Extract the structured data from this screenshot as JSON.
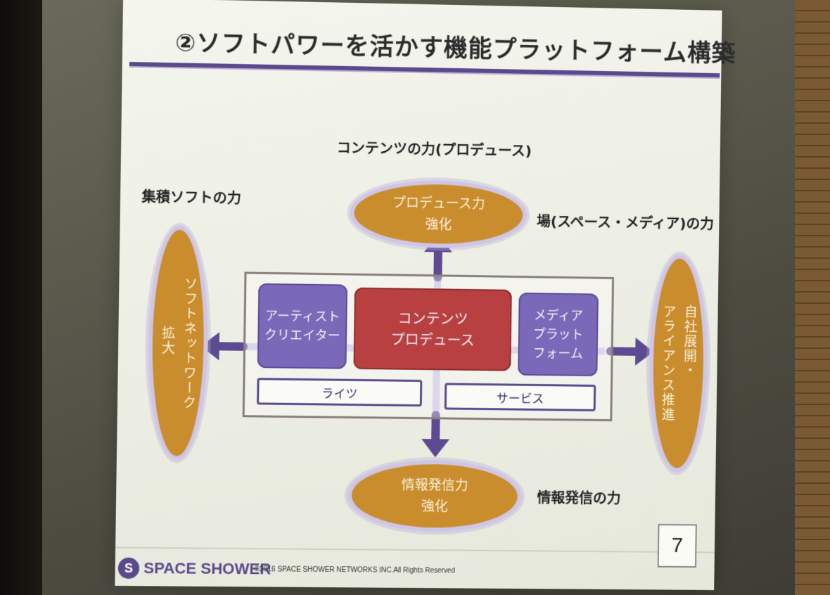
{
  "slide": {
    "title": "②ソフトパワーを活かす機能プラットフォーム構築",
    "page_number": "7"
  },
  "captions": {
    "top": "コンテンツの力(プロデュース)",
    "left": "集積ソフトの力",
    "right": "場(スペース・メディア)の力",
    "bottom": "情報発信の力"
  },
  "ellipses": {
    "top": {
      "line1": "プロデュース力",
      "line2": "強化"
    },
    "bottom": {
      "line1": "情報発信力",
      "line2": "強化"
    },
    "left": {
      "col1": "ソフトネットワーク",
      "col2": "拡大"
    },
    "right": {
      "col1": "自社展開・",
      "col2": "アライアンス推進"
    }
  },
  "center": {
    "artist": {
      "line1": "アーティスト",
      "line2": "クリエイター"
    },
    "contents": {
      "line1": "コンテンツ",
      "line2": "プロデュース"
    },
    "media": {
      "line1": "メディア",
      "line2": "プラット",
      "line3": "フォーム"
    },
    "rights": "ライツ",
    "service": "サービス"
  },
  "footer": {
    "logo_mark": "S",
    "logo_text": "SPACE SHOWER",
    "copyright": "©2016 SPACE SHOWER NETWORKS INC.All Rights Reserved"
  },
  "colors": {
    "accent_purple": "#5a4a8c",
    "box_purple": "#7a68b8",
    "box_red": "#b94040",
    "ellipse_orange": "#c98d2e"
  }
}
